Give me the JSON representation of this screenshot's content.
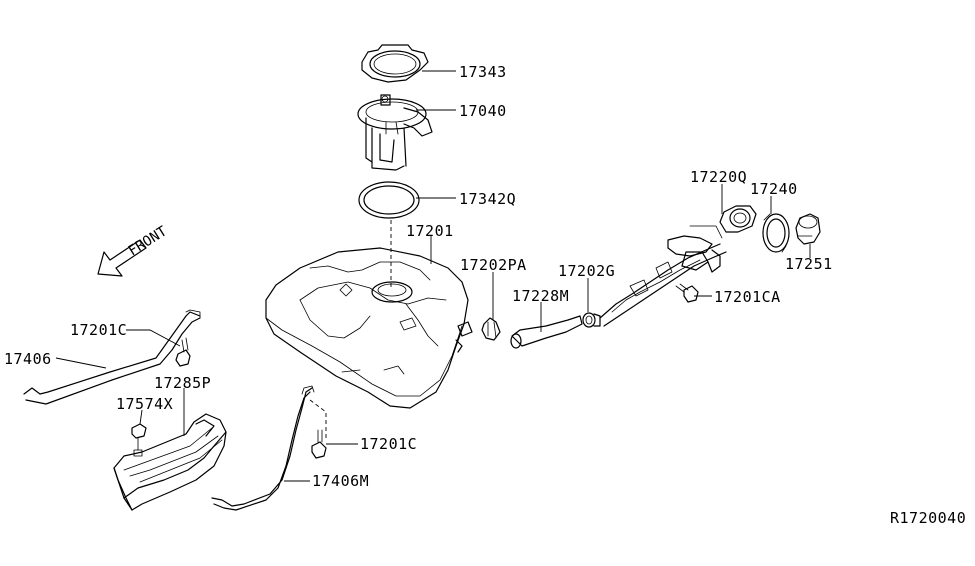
{
  "diagram": {
    "front_label": "FRONT",
    "ref_code": "R1720040",
    "callouts": [
      {
        "id": "17343",
        "label": "17343"
      },
      {
        "id": "17040",
        "label": "17040"
      },
      {
        "id": "17342Q",
        "label": "17342Q"
      },
      {
        "id": "17201",
        "label": "17201"
      },
      {
        "id": "17202PA",
        "label": "17202PA"
      },
      {
        "id": "17202G",
        "label": "17202G"
      },
      {
        "id": "17228M",
        "label": "17228M"
      },
      {
        "id": "17220Q",
        "label": "17220Q"
      },
      {
        "id": "17240",
        "label": "17240"
      },
      {
        "id": "17251",
        "label": "17251"
      },
      {
        "id": "17201CA",
        "label": "17201CA"
      },
      {
        "id": "17201C_left",
        "label": "17201C"
      },
      {
        "id": "17406",
        "label": "17406"
      },
      {
        "id": "17285P",
        "label": "17285P"
      },
      {
        "id": "17574X",
        "label": "17574X"
      },
      {
        "id": "17201C_right",
        "label": "17201C"
      },
      {
        "id": "17406M",
        "label": "17406M"
      }
    ]
  }
}
